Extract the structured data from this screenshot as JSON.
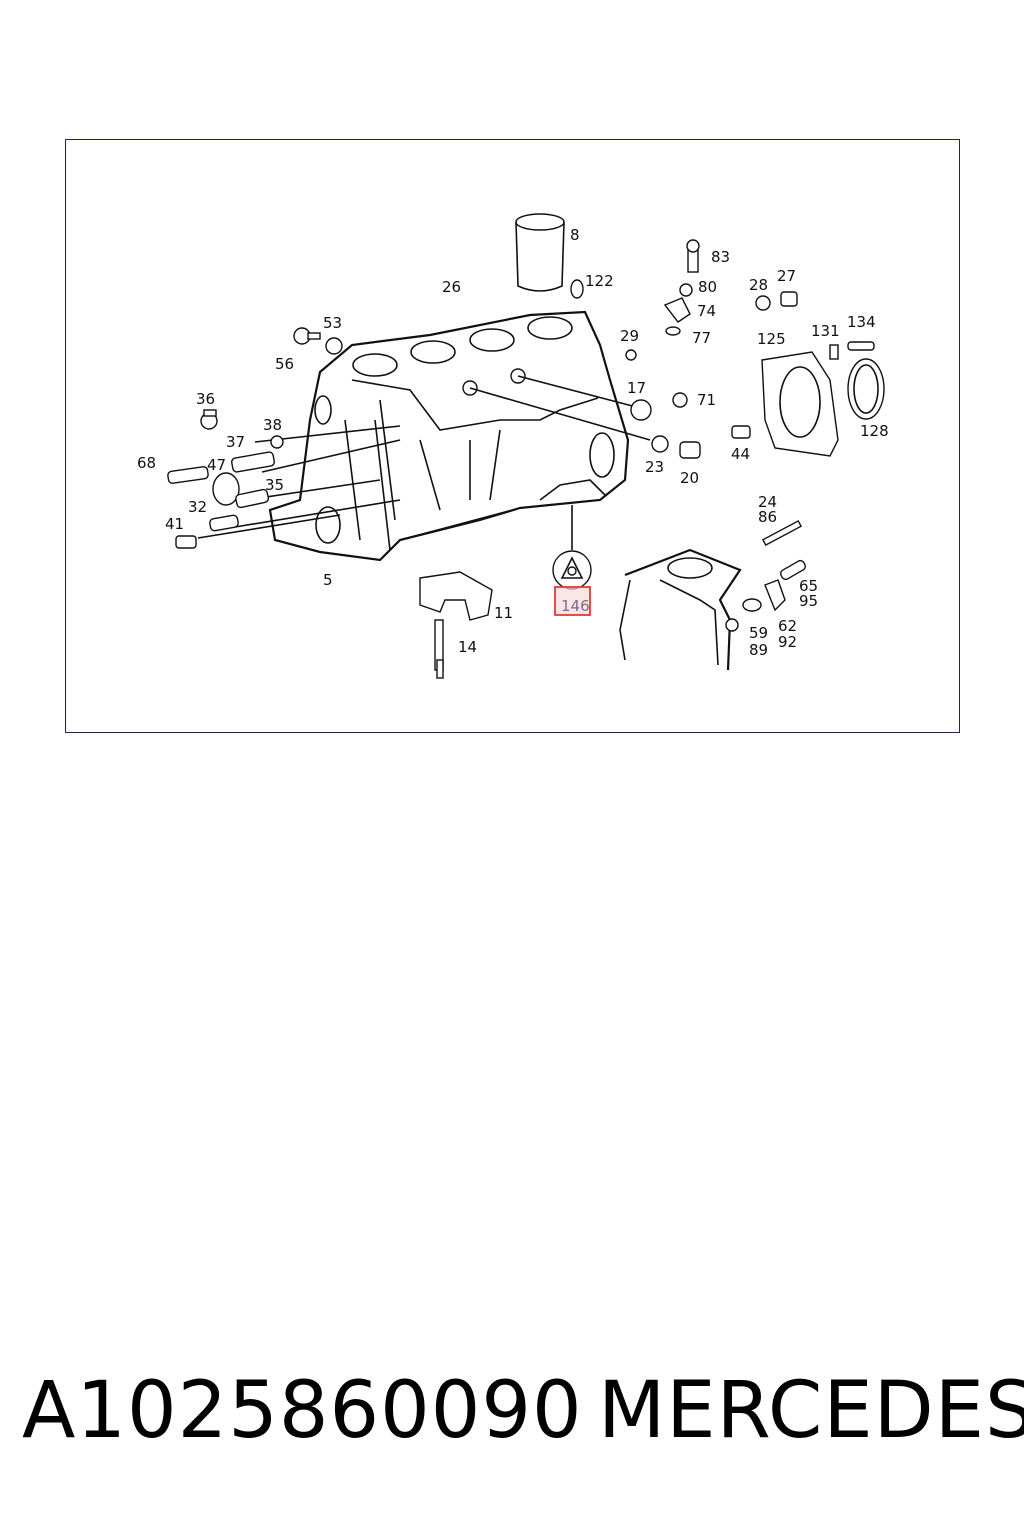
{
  "diagram": {
    "callouts": [
      "8",
      "122",
      "26",
      "53",
      "56",
      "36",
      "38",
      "37",
      "68",
      "47",
      "35",
      "32",
      "41",
      "5",
      "11",
      "14",
      "83",
      "80",
      "74",
      "77",
      "29",
      "17",
      "71",
      "23",
      "20",
      "28",
      "27",
      "125",
      "131",
      "134",
      "128",
      "44",
      "24",
      "86",
      "65",
      "95",
      "62",
      "92",
      "59",
      "89"
    ],
    "highlighted_callout": "146",
    "highlight_color": "#e53935"
  },
  "footer": {
    "part_number": "A1025860090",
    "brand": "MERCEDES"
  }
}
